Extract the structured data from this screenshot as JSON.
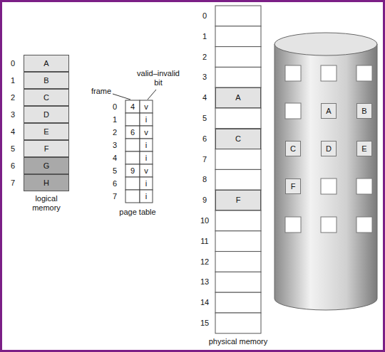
{
  "diagram": {
    "nodes": [
      {
        "text": [
          "A"
        ]
      },
      {
        "text": [
          "B"
        ]
      },
      {
        "text": [
          "C"
        ]
      },
      {
        "text": [
          "D"
        ]
      },
      {
        "text": [
          "E"
        ]
      },
      {
        "text": [
          "F"
        ]
      },
      {
        "text": [
          "G"
        ]
      },
      {
        "text": [
          "H"
        ]
      },
      {
        "text": [
          "A"
        ]
      },
      {
        "text": [
          "C"
        ]
      },
      {
        "text": [
          "F"
        ]
      },
      {
        "text": [
          "A"
        ]
      },
      {
        "text": [
          "B"
        ]
      },
      {
        "text": [
          "C"
        ]
      },
      {
        "text": [
          "D"
        ]
      },
      {
        "text": [
          "E"
        ]
      },
      {
        "text": [
          "F"
        ]
      }
    ],
    "labels": [
      "0",
      "1",
      "2",
      "3",
      "4",
      "5",
      "6",
      "7",
      "logical memory",
      "valid–invalid bit",
      "frame",
      "0",
      "1",
      "2",
      "3",
      "4",
      "5",
      "6",
      "7",
      "4",
      "6",
      "9",
      "v",
      "i",
      "v",
      "i",
      "i",
      "v",
      "i",
      "i",
      "page table",
      "0",
      "1",
      "2",
      "3",
      "4",
      "5",
      "6",
      "7",
      "8",
      "9",
      "10",
      "11",
      "12",
      "13",
      "14",
      "15",
      "physical memory"
    ]
  }
}
